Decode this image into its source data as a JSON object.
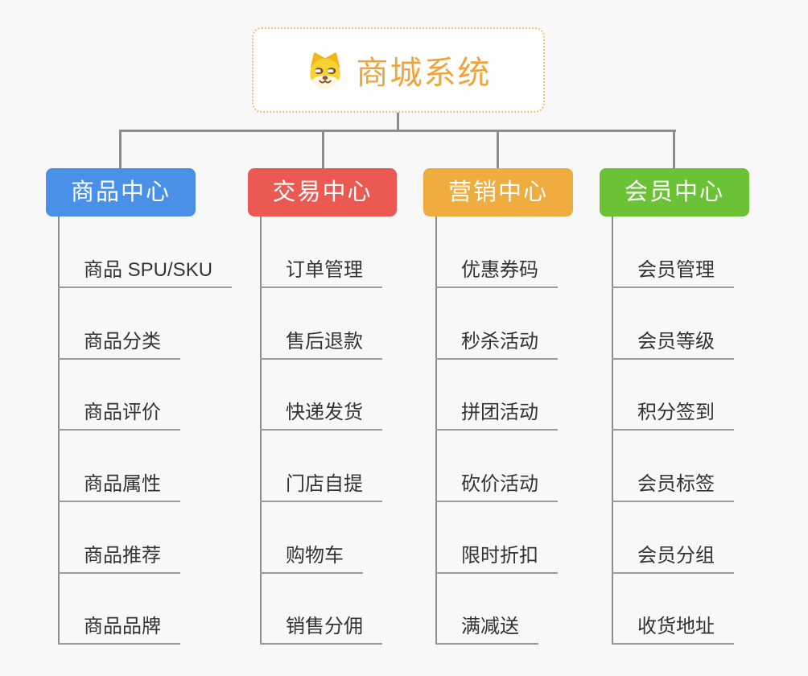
{
  "root": {
    "title": "商城系统",
    "title_color": "#f0a53c",
    "border_color": "#f4c06a",
    "icon": "dog-face-icon"
  },
  "colors": {
    "background": "#f8f8f8",
    "connector": "#8c8c8c",
    "underline": "#9b9b9b",
    "leaf_text": "#333333",
    "node_text": "#ffffff"
  },
  "branches": [
    {
      "label": "商品中心",
      "color": "#4a90e8",
      "children": [
        "商品 SPU/SKU",
        "商品分类",
        "商品评价",
        "商品属性",
        "商品推荐",
        "商品品牌"
      ]
    },
    {
      "label": "交易中心",
      "color": "#ea5a52",
      "children": [
        "订单管理",
        "售后退款",
        "快递发货",
        "门店自提",
        "购物车",
        "销售分佣"
      ]
    },
    {
      "label": "营销中心",
      "color": "#f0ad3f",
      "children": [
        "优惠券码",
        "秒杀活动",
        "拼团活动",
        "砍价活动",
        "限时折扣",
        "满减送"
      ]
    },
    {
      "label": "会员中心",
      "color": "#6bc234",
      "children": [
        "会员管理",
        "会员等级",
        "积分签到",
        "会员标签",
        "会员分组",
        "收货地址"
      ]
    }
  ]
}
